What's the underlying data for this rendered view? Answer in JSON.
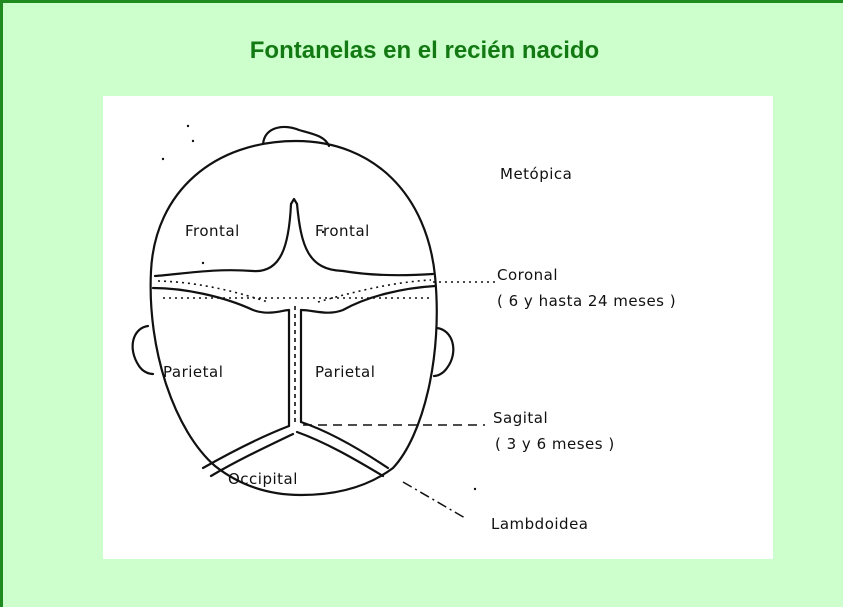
{
  "title": "Fontanelas en el recién nacido",
  "colors": {
    "background": "#ccffcc",
    "title": "#137a13",
    "border": "#1f8a1f",
    "panel": "#ffffff"
  },
  "bones": {
    "frontal_left": "Frontal",
    "frontal_right": "Frontal",
    "parietal_left": "Parietal",
    "parietal_right": "Parietal",
    "occipital": "Occipital"
  },
  "sutures": {
    "metopica": "Metópica",
    "coronal": "Coronal",
    "coronal_time": "( 6  y  hasta  24 meses )",
    "sagital": "Sagital",
    "sagital_time": "( 3 y 6  meses )",
    "lambdoidea": "Lambdoidea"
  }
}
